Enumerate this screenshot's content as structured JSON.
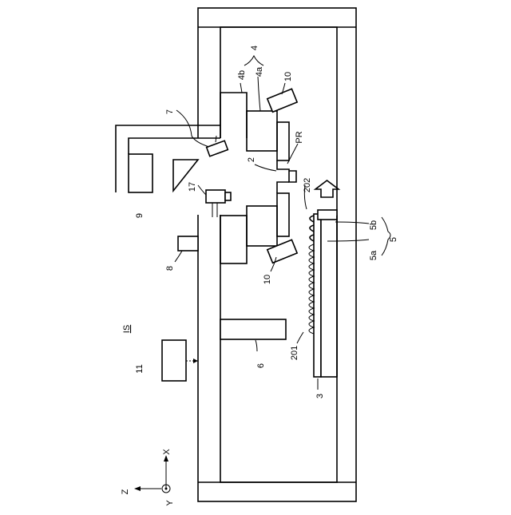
{
  "labels": {
    "system": "IS",
    "axis_x": "X",
    "axis_y": "Y",
    "axis_z": "Z",
    "l2": "2",
    "l3": "3",
    "l4": "4",
    "l4a": "4a",
    "l4b": "4b",
    "l5": "5",
    "l5a": "5a",
    "l5b": "5b",
    "l6": "6",
    "l7": "7",
    "l8": "8",
    "l9": "9",
    "l10_top": "10",
    "l10_bottom": "10",
    "l11": "11",
    "l17": "17",
    "l201": "201",
    "l202": "202",
    "lPR": "PR"
  }
}
